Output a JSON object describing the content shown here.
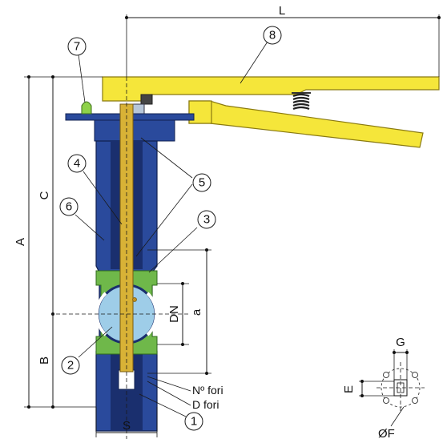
{
  "dimensions": {
    "L": "L",
    "A": "A",
    "C": "C",
    "B": "B",
    "DN": "DN",
    "a": "a",
    "S": "S",
    "G": "G",
    "E": "E",
    "OF": "ØF"
  },
  "notes": {
    "holes_count": "Nº fori",
    "holes_diameter": "D fori"
  },
  "callouts": [
    "1",
    "2",
    "3",
    "4",
    "5",
    "6",
    "7",
    "8"
  ],
  "colors": {
    "handle": "#f5e63a",
    "handle_outline": "#8a7a10",
    "body": "#2a4a9c",
    "body_dark": "#1a2f6e",
    "liner": "#6fb84a",
    "stem": "#d8b236",
    "disc": "#9ecde8",
    "spring": "#333333"
  }
}
